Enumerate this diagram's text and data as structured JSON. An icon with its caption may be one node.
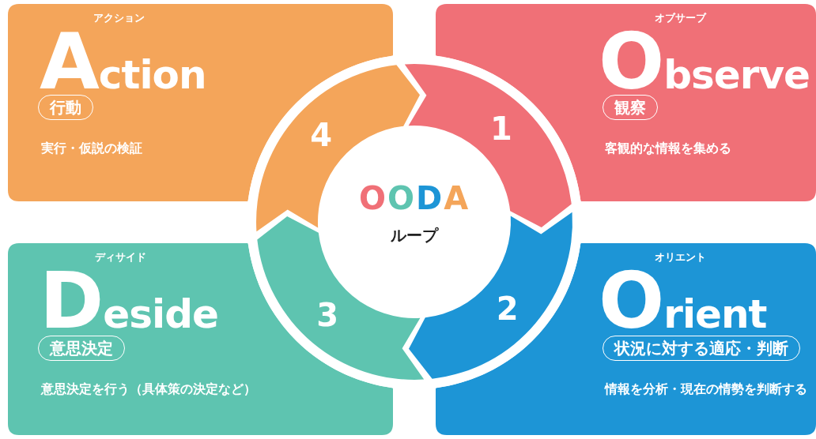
{
  "diagram": {
    "nodes": [
      {
        "text": [
          "アクション",
          "Action",
          "実行・仮説の検証"
        ]
      },
      {
        "text": [
          "行動"
        ],
        "in": 0
      },
      {
        "text": [
          "オブサーブ",
          "Observe",
          "客観的な情報を集める"
        ]
      },
      {
        "text": [
          "観察"
        ],
        "in": 2
      },
      {
        "text": [
          "ディサイド",
          "Deside",
          "意思決定を行う（具体策の決定など）"
        ]
      },
      {
        "text": [
          "意思決定"
        ],
        "in": 4
      },
      {
        "text": [
          "オリエント",
          "Orient",
          "情報を分析・現在の情勢を判断する"
        ]
      },
      {
        "text": [
          "状況に対する適応・判断"
        ],
        "in": 6
      },
      {
        "text": [
          "1"
        ]
      },
      {
        "text": [
          "2"
        ]
      },
      {
        "text": [
          "3"
        ]
      },
      {
        "text": [
          "4"
        ]
      },
      {
        "text": [
          "OODA",
          "ループ"
        ]
      }
    ]
  }
}
